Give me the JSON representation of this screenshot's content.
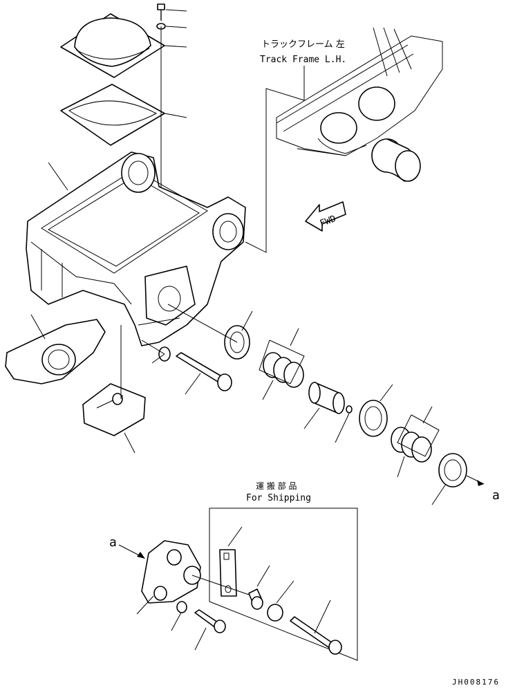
{
  "track_frame": {
    "jp_label": "トラックフレーム 左",
    "en_label": "Track Frame L.H."
  },
  "direction_arrow": {
    "label": "FWD"
  },
  "shipping": {
    "jp_label": "運 搬 部 品",
    "en_label": "For Shipping"
  },
  "connectors": {
    "ref_a_1": "a",
    "ref_a_2": "a"
  },
  "drawing_code": "JH008176"
}
